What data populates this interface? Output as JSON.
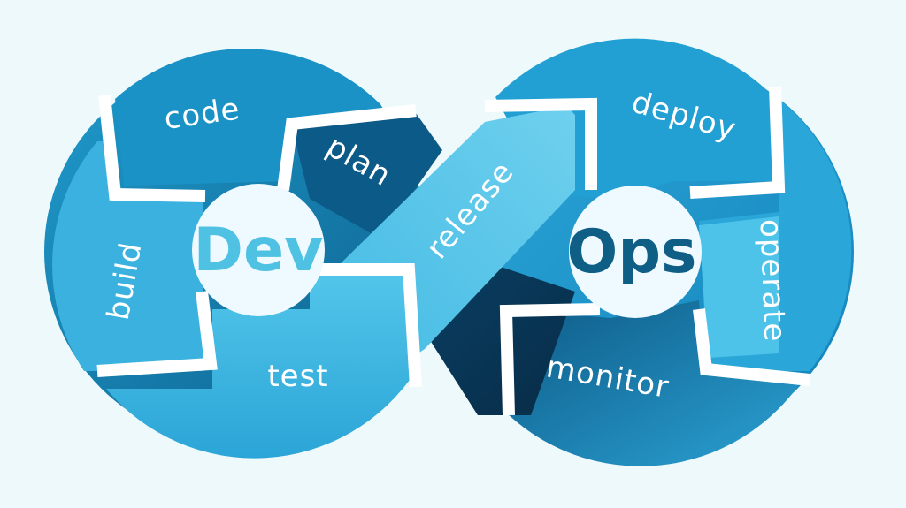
{
  "hubs": {
    "dev": {
      "label": "Dev",
      "color": "#4fc1e3"
    },
    "ops": {
      "label": "Ops",
      "color": "#0f5e86"
    }
  },
  "stages": {
    "plan": "plan",
    "code": "code",
    "build": "build",
    "test": "test",
    "release": "release",
    "deploy": "deploy",
    "operate": "operate",
    "monitor": "monitor"
  },
  "colors": {
    "background": "#eef9fc",
    "light_blue": "#4cc0e6",
    "mid_blue": "#1e97c9",
    "dark_blue": "#0b4f7a",
    "separator": "#ffffff"
  }
}
